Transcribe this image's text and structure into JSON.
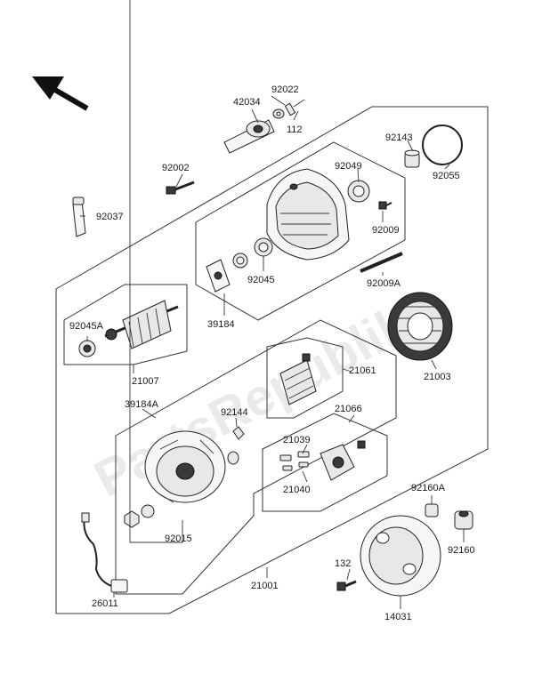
{
  "watermark": "PartsRepublik",
  "part_labels": {
    "p42034": "42034",
    "p92022": "92022",
    "p112": "112",
    "p92143": "92143",
    "p92055": "92055",
    "p92002": "92002",
    "p92049": "92049",
    "p92037": "92037",
    "p92009": "92009",
    "p92045": "92045",
    "p92009A": "92009A",
    "p39184": "39184",
    "p92045A": "92045A",
    "p21007": "21007",
    "p21003": "21003",
    "p21061": "21061",
    "p39184A": "39184A",
    "p92144": "92144",
    "p21066": "21066",
    "p21039": "21039",
    "p21040": "21040",
    "p92160A": "92160A",
    "p92015": "92015",
    "p92160": "92160",
    "p132": "132",
    "p21001": "21001",
    "p26011": "26011",
    "p14031": "14031"
  }
}
